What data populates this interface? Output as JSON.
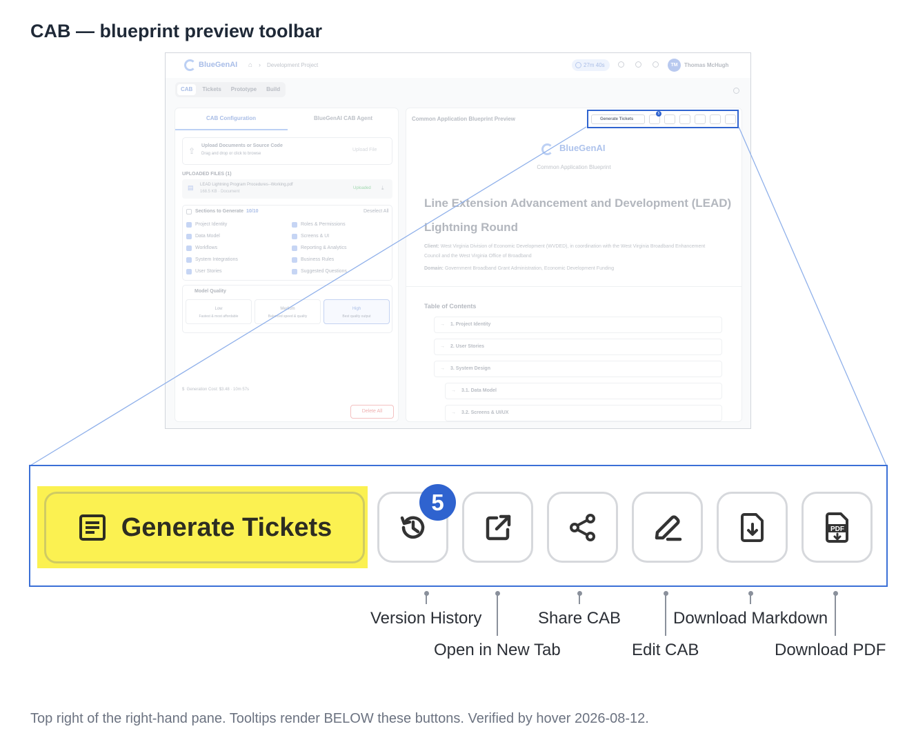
{
  "page": {
    "title": "CAB — blueprint preview toolbar",
    "footnote": "Top right of the right-hand pane. Tooltips render BELOW these buttons. Verified by hover 2026-08-12."
  },
  "thumbnail": {
    "app_name": "BlueGenAI",
    "breadcrumb": "Development Project",
    "timer": "27m 40s",
    "user_initials": "TM",
    "user_name": "Thomas McHugh",
    "nav_tabs": [
      "CAB",
      "Tickets",
      "Prototype",
      "Build"
    ],
    "left_pane": {
      "tabs": [
        "CAB Configuration",
        "BlueGenAI CAB Agent"
      ],
      "upload_title": "Upload Documents or Source Code",
      "upload_subtitle": "Drag and drop or click to browse",
      "upload_button": "Upload File",
      "uploaded_files_heading": "UPLOADED FILES (1)",
      "file_name": "LEAD Lightning Program Procedures--Working.pdf",
      "file_meta": "168.5 KB · Document",
      "file_status": "Uploaded",
      "sections_label": "Sections to Generate",
      "sections_count": "10/10",
      "deselect_all": "Deselect All",
      "sections": [
        "Project Identity",
        "Roles & Permissions",
        "Data Model",
        "Screens & UI",
        "Workflows",
        "Reporting & Analytics",
        "System Integrations",
        "Business Rules",
        "User Stories",
        "Suggested Questions"
      ],
      "model_quality_label": "Model Quality",
      "quality_options": [
        {
          "name": "Low",
          "desc": "Fastest & most affordable"
        },
        {
          "name": "Medium",
          "desc": "Balanced speed & quality"
        },
        {
          "name": "High",
          "desc": "Best quality output"
        }
      ],
      "generation_cost": "Generation Cost: $3.48 · 10m 57s",
      "delete_all": "Delete All"
    },
    "right_pane": {
      "title": "Common Application Blueprint Preview",
      "toolbar_generate": "Generate Tickets",
      "toolbar_badge": "5",
      "brand": "BlueGenAI",
      "subbrand": "Common Application Blueprint",
      "doc_title": "Line Extension Advancement and Development (LEAD) Lightning Round",
      "client_label": "Client:",
      "client_value": "West Virginia Division of Economic Development (WVDED), in coordination with the West Virginia Broadband Enhancement Council and the West Virginia Office of Broadband",
      "domain_label": "Domain:",
      "domain_value": "Government Broadband Grant Administration, Economic Development Funding",
      "toc_title": "Table of Contents",
      "toc_items": [
        "1. Project Identity",
        "2. User Stories",
        "3. System Design",
        "3.1. Data Model",
        "3.2. Screens & UI/UX"
      ]
    }
  },
  "toolbar": {
    "generate_label": "Generate Tickets",
    "version_badge": "5",
    "icons": [
      "list-icon",
      "history-icon",
      "external-link-icon",
      "share-icon",
      "edit-icon",
      "download-file-icon",
      "pdf-icon"
    ],
    "highlight_color": "#fbf151",
    "accent_color": "#2f63cf"
  },
  "callouts": {
    "version_history": "Version History",
    "open_new_tab": "Open in New Tab",
    "share_cab": "Share CAB",
    "edit_cab": "Edit CAB",
    "download_markdown": "Download Markdown",
    "download_pdf": "Download PDF"
  }
}
